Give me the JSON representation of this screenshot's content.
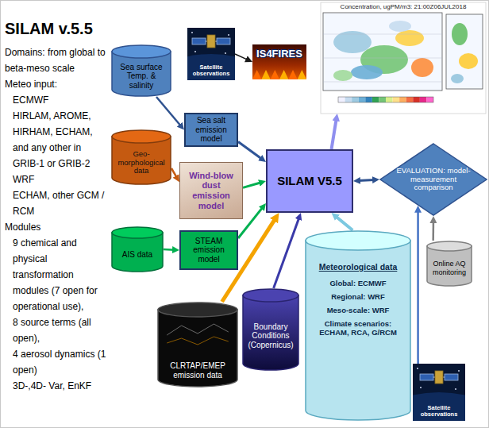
{
  "diagram": {
    "title": "SILAM v.5.5",
    "nodes": [
      {
        "text": [
          "Satellite observations"
        ]
      },
      {
        "text": [
          "IS4FIRES"
        ]
      },
      {
        "text": [
          "Concentration, ugPM/m3: 21:00Z06JUL2018"
        ]
      },
      {
        "text": [
          "Sea surface Temp. & salinity"
        ]
      },
      {
        "text": [
          "Sea salt emission model"
        ]
      },
      {
        "text": [
          "Geo-morphological data"
        ]
      },
      {
        "text": [
          "Wind-blow dust emission model"
        ]
      },
      {
        "text": [
          "EVALUATION: model-measurement comparison"
        ]
      },
      {
        "text": [
          "SILAM V5.5"
        ]
      },
      {
        "text": [
          "AIS data"
        ]
      },
      {
        "text": [
          "STEAM emission model"
        ]
      },
      {
        "text": [
          "Online AQ monitoring"
        ]
      },
      {
        "text": [
          "Meteorological data",
          "Global: ECMWF",
          "Regional: WRF",
          "Meso-scale: WRF",
          "Climate scenarios: ECHAM, RCA, G/RCM"
        ]
      },
      {
        "text": [
          "Boundary Conditions (Copernicus)"
        ]
      },
      {
        "text": [
          "CLRTAP/EMEP emission data"
        ]
      },
      {
        "text": [
          "Satellite observations"
        ]
      }
    ],
    "edges": [
      {
        "from": 0,
        "to": 1,
        "arrow": "to"
      },
      {
        "from": 3,
        "to": 4,
        "arrow": "to"
      },
      {
        "from": 5,
        "to": 6,
        "arrow": "to"
      },
      {
        "from": 9,
        "to": 10,
        "arrow": "to"
      },
      {
        "from": 4,
        "to": 8,
        "arrow": "to"
      },
      {
        "from": 6,
        "to": 8,
        "arrow": "to"
      },
      {
        "from": 10,
        "to": 8,
        "arrow": "to"
      },
      {
        "from": 14,
        "to": 8,
        "arrow": "to"
      },
      {
        "from": 13,
        "to": 8,
        "arrow": "to"
      },
      {
        "from": 12,
        "to": 8,
        "arrow": "to"
      },
      {
        "from": 8,
        "to": 2,
        "arrow": "to"
      },
      {
        "from": 8,
        "to": 7,
        "arrow": "both"
      },
      {
        "from": 11,
        "to": 7,
        "arrow": "to"
      },
      {
        "from": 15,
        "to": 7,
        "arrow": "to"
      }
    ],
    "labels": [
      "Domains: from global to beta-meso scale",
      "Meteo input:",
      "ECMWF",
      "HIRLAM, AROME, HIRHAM, ECHAM, and any other in GRIB-1 or GRIB-2",
      "WRF",
      "ECHAM, other GCM / RCM",
      "Modules",
      "9 chemical and physical transformation modules (7 open for operational use),",
      "8 source terms (all open),",
      "4 aerosol dynamics (1 open)",
      "3D-,4D- Var, EnKF"
    ]
  }
}
